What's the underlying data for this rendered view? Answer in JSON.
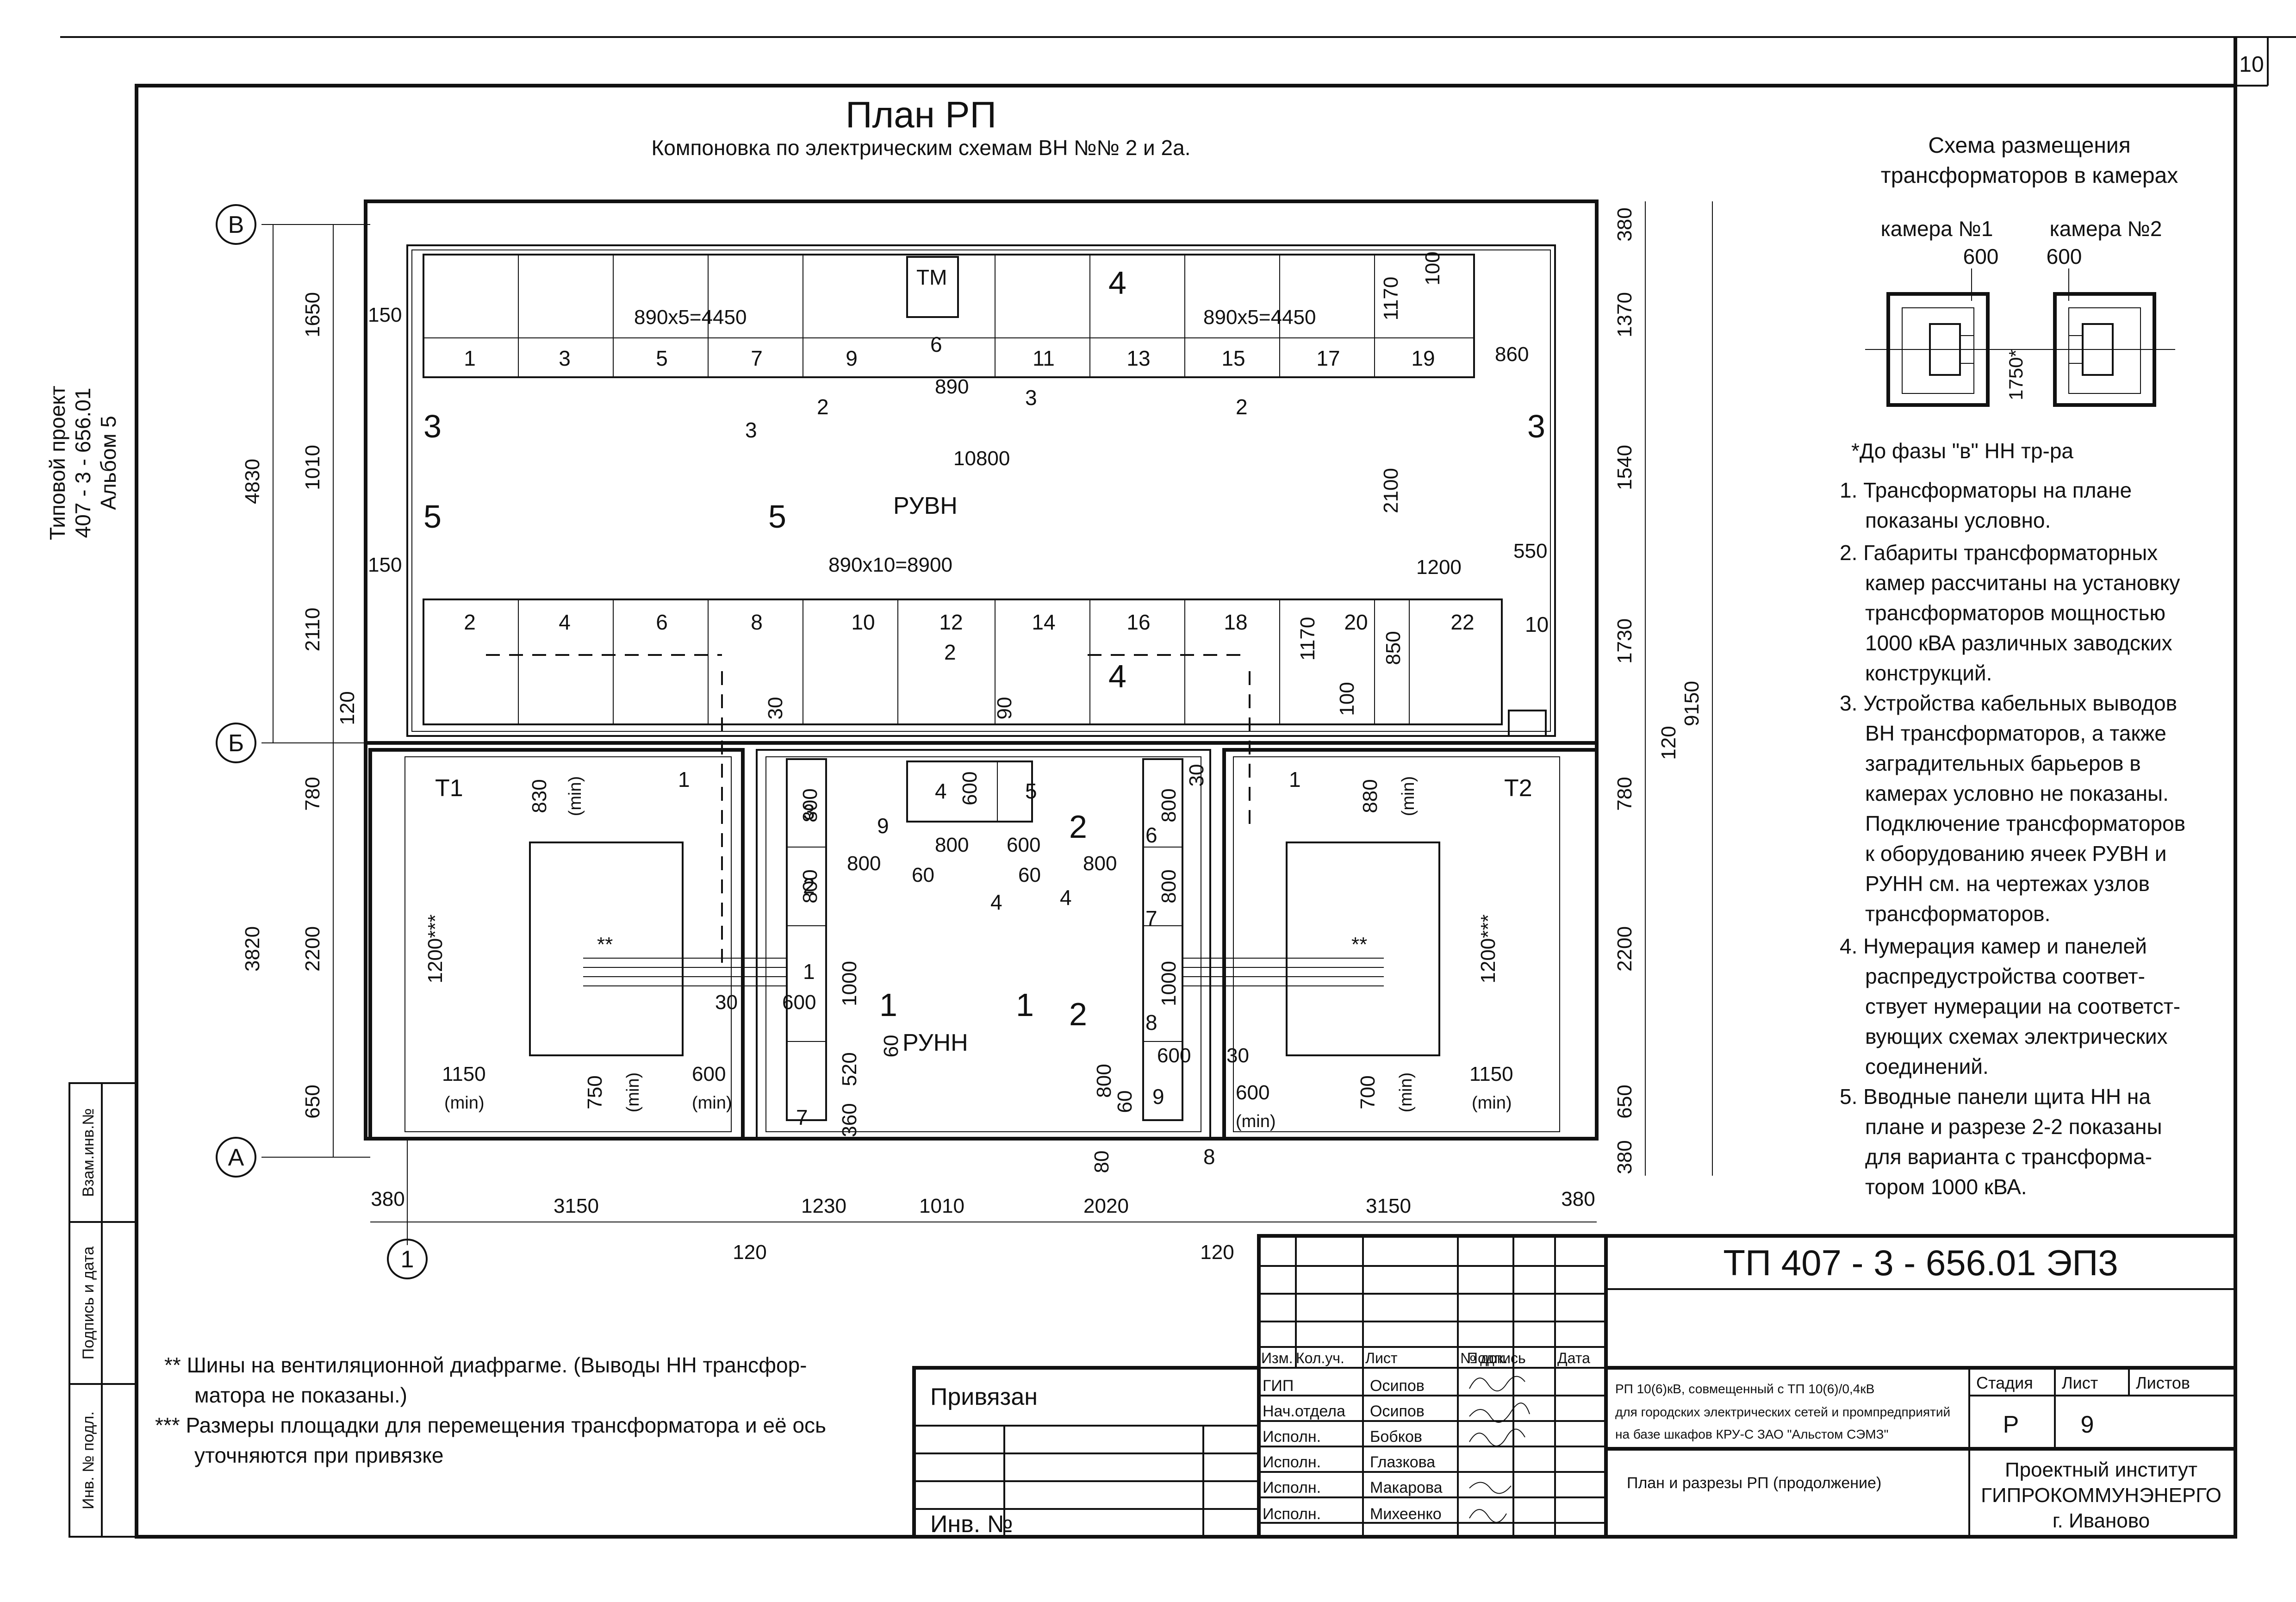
{
  "page": {
    "number": "10"
  },
  "side_stamp": {
    "line1": "Типовой проект",
    "line2": "407 - 3 - 656.01",
    "line3": "Альбом 5"
  },
  "left_strip": {
    "col1": "Взам.инв.№",
    "col2": "Подпись и дата",
    "col3": "Инв. № подл."
  },
  "plan": {
    "title": "План РП",
    "subtitle": "Компоновка по электрическим схемам ВН №№ 2 и 2а.",
    "axes": {
      "v": "В",
      "b": "Б",
      "a": "А",
      "one": "1"
    },
    "rooms": {
      "ruvn": "РУВН",
      "runn": "РУНН",
      "t1": "Т1",
      "t2": "Т2",
      "tm": "ТМ"
    },
    "top_cells": [
      "1",
      "3",
      "5",
      "7",
      "9",
      "11",
      "13",
      "15",
      "17",
      "19"
    ],
    "bottom_cells": [
      "2",
      "4",
      "6",
      "8",
      "10",
      "12",
      "14",
      "16",
      "18",
      "20",
      "22"
    ],
    "dims": {
      "d4830": "4830",
      "d1650": "1650",
      "d1010": "1010",
      "d2110": "2110",
      "d120": "120",
      "d780": "780",
      "d3820": "3820",
      "d2200": "2200",
      "d650": "650",
      "d380": "380",
      "d1370": "1370",
      "d1540": "1540",
      "d1730": "1730",
      "d9150": "9150",
      "d3150": "3150",
      "d1230": "1230",
      "d1010b": "1010",
      "d2020": "2020",
      "d890x5": "890x5=4450",
      "d890x10": "890x10=8900",
      "d10800": "10800",
      "d150": "150",
      "d890": "890",
      "d860": "860",
      "d1170": "1170",
      "d100": "100",
      "d2100": "2100",
      "d1200": "1200",
      "d550": "550",
      "d850": "850",
      "d830": "830",
      "d880": "880",
      "d1200s": "1200***",
      "d1150": "1150",
      "d750": "750",
      "d700": "700",
      "d600": "600",
      "d800": "800",
      "d1000": "1000",
      "d520": "520",
      "d360": "360",
      "d60": "60",
      "d80": "80",
      "d30": "30",
      "d90": "90",
      "min": "(min)",
      "dstar": "**"
    },
    "callouts": [
      "1",
      "2",
      "3",
      "4",
      "5",
      "6",
      "7",
      "8",
      "9",
      "10"
    ],
    "sections": [
      "1",
      "2",
      "3",
      "4",
      "5"
    ]
  },
  "scheme": {
    "title1": "Схема размещения",
    "title2": "трансформаторов в камерах",
    "cam1": "камера №1",
    "cam2": "камера №2",
    "dim600": "600",
    "dim1750": "1750*",
    "note": "*До фазы \"в\" НН тр-ра"
  },
  "notes": [
    [
      "1. Трансформаторы на плане",
      "показаны условно."
    ],
    [
      "2. Габариты трансформаторных",
      "камер рассчитаны на установку",
      "трансформаторов мощностью",
      "1000 кВА различных заводских",
      "конструкций."
    ],
    [
      "3. Устройства кабельных выводов",
      "ВН трансформаторов, а также",
      "заградительных барьеров в",
      "камерах условно не показаны.",
      "Подключение трансформаторов",
      "к оборудованию ячеек РУВН и",
      "РУНН см. на чертежах узлов",
      "трансформаторов."
    ],
    [
      "4. Нумерация камер и панелей",
      "распредустройства соответ-",
      "ствует нумерации на соответст-",
      "вующих схемах электрических",
      "соединений."
    ],
    [
      "5. Вводные панели щита НН на",
      "плане и разрезе 2-2 показаны",
      "для варианта с трансформа-",
      "тором 1000 кВА."
    ]
  ],
  "footnotes": {
    "f1a": "** Шины на вентиляционной диафрагме. (Выводы НН трансфор-",
    "f1b": "матора не показаны.)",
    "f2a": "*** Размеры площадки для перемещения трансформатора и её ось",
    "f2b": "уточняются при привязке"
  },
  "binding": {
    "label": "Привязан",
    "inv": "Инв. №"
  },
  "title_block": {
    "code": "ТП  407 - 3 - 656.01     ЭП3",
    "headers": [
      "Изм.",
      "Кол.уч.",
      "Лист",
      "№ док.",
      "Подпись",
      "Дата"
    ],
    "roles": [
      "ГИП",
      "Нач.отдела",
      "Исполн.",
      "Исполн.",
      "Исполн.",
      "Исполн."
    ],
    "names": [
      "Осипов",
      "Осипов",
      "Бобков",
      "Глазкова",
      "Макарова",
      "Михеенко"
    ],
    "description": [
      "РП 10(6)кВ, совмещенный с ТП 10(6)/0,4кВ",
      "для городских электрических сетей и промпредприятий",
      "на базе шкафов КРУ-С ЗАО \"Альстом СЭМЗ\""
    ],
    "sheet_name": "План и разрезы РП (продолжение)",
    "stage_label": "Стадия",
    "sheet_label": "Лист",
    "sheets_label": "Листов",
    "stage": "Р",
    "sheet": "9",
    "org": [
      "Проектный институт",
      "ГИПРОКОММУНЭНЕРГО",
      "г. Иваново"
    ]
  }
}
